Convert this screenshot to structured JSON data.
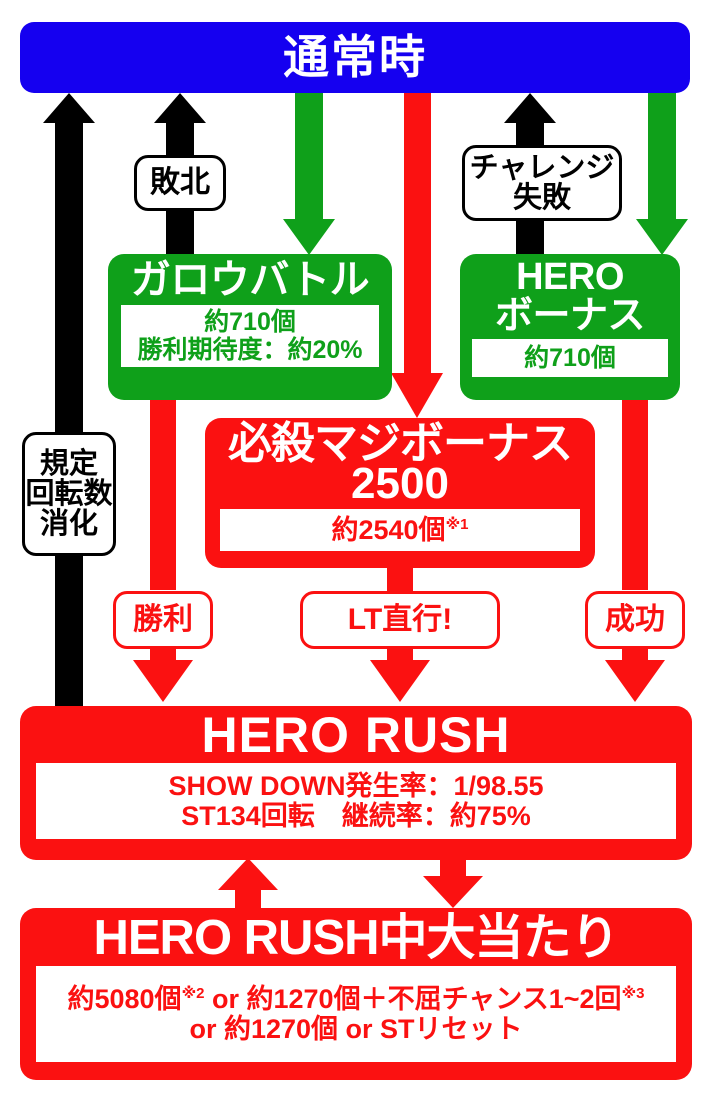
{
  "colors": {
    "blue": "#1500f0",
    "green": "#0fa01a",
    "red": "#fb1111",
    "black": "#000000",
    "white": "#ffffff"
  },
  "nodes": {
    "normal": {
      "title": "通常時"
    },
    "garou_battle": {
      "title": "ガロウバトル",
      "line1": "約710個",
      "line2": "勝利期待度：約20%"
    },
    "hero_bonus": {
      "title": "HERO\nボーナス",
      "line1": "約710個"
    },
    "majibonus": {
      "title": "必殺マジボーナス",
      "title2": "2500",
      "line1": "約2540個",
      "note1": "※1"
    },
    "hero_rush": {
      "title": "HERO RUSH",
      "line1": "SHOW DOWN発生率：1/98.55",
      "line2": "ST134回転　継続率：約75%"
    },
    "hero_rush_hit": {
      "title": "HERO RUSH中大当たり",
      "line1_a": "約5080個",
      "note2": "※2",
      "line1_b": " or 約1270個＋不屈チャンス1~2回",
      "note3": "※3",
      "line2": "or 約1270個 or STリセット"
    }
  },
  "labels": {
    "kitei": "規定\n回転数\n消化",
    "haiboku": "敗北",
    "challenge_fail": "チャレンジ\n失敗",
    "shouri": "勝利",
    "lt_chokkou": "LT直行!",
    "seikou": "成功"
  }
}
